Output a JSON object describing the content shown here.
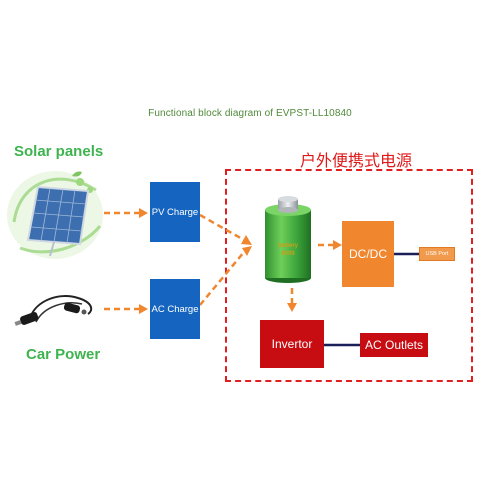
{
  "title": "Functional block diagram of EVPST-LL10840",
  "sources": {
    "solar_label": "Solar panels",
    "car_label": "Car Power"
  },
  "product_name_cn": "户外便携式电源",
  "blocks": {
    "pv_charge": "PV Charge",
    "ac_charge": "AC Charge",
    "dcdc": "DC/DC",
    "usb_port": "USB Port",
    "invertor": "Invertor",
    "ac_outlets": "AC Outlets"
  },
  "battery": {
    "line1": "battery",
    "line2": "8000"
  },
  "colors": {
    "arrow": "#f0862e",
    "blue_block": "#1565c0",
    "orange_block": "#f0862e",
    "red_block": "#c80d12",
    "dashed_border": "#e02020",
    "source_label": "#3fb34f"
  },
  "icons": [
    "solar-panel-icon",
    "car-charger-cable-icon",
    "battery-icon"
  ]
}
